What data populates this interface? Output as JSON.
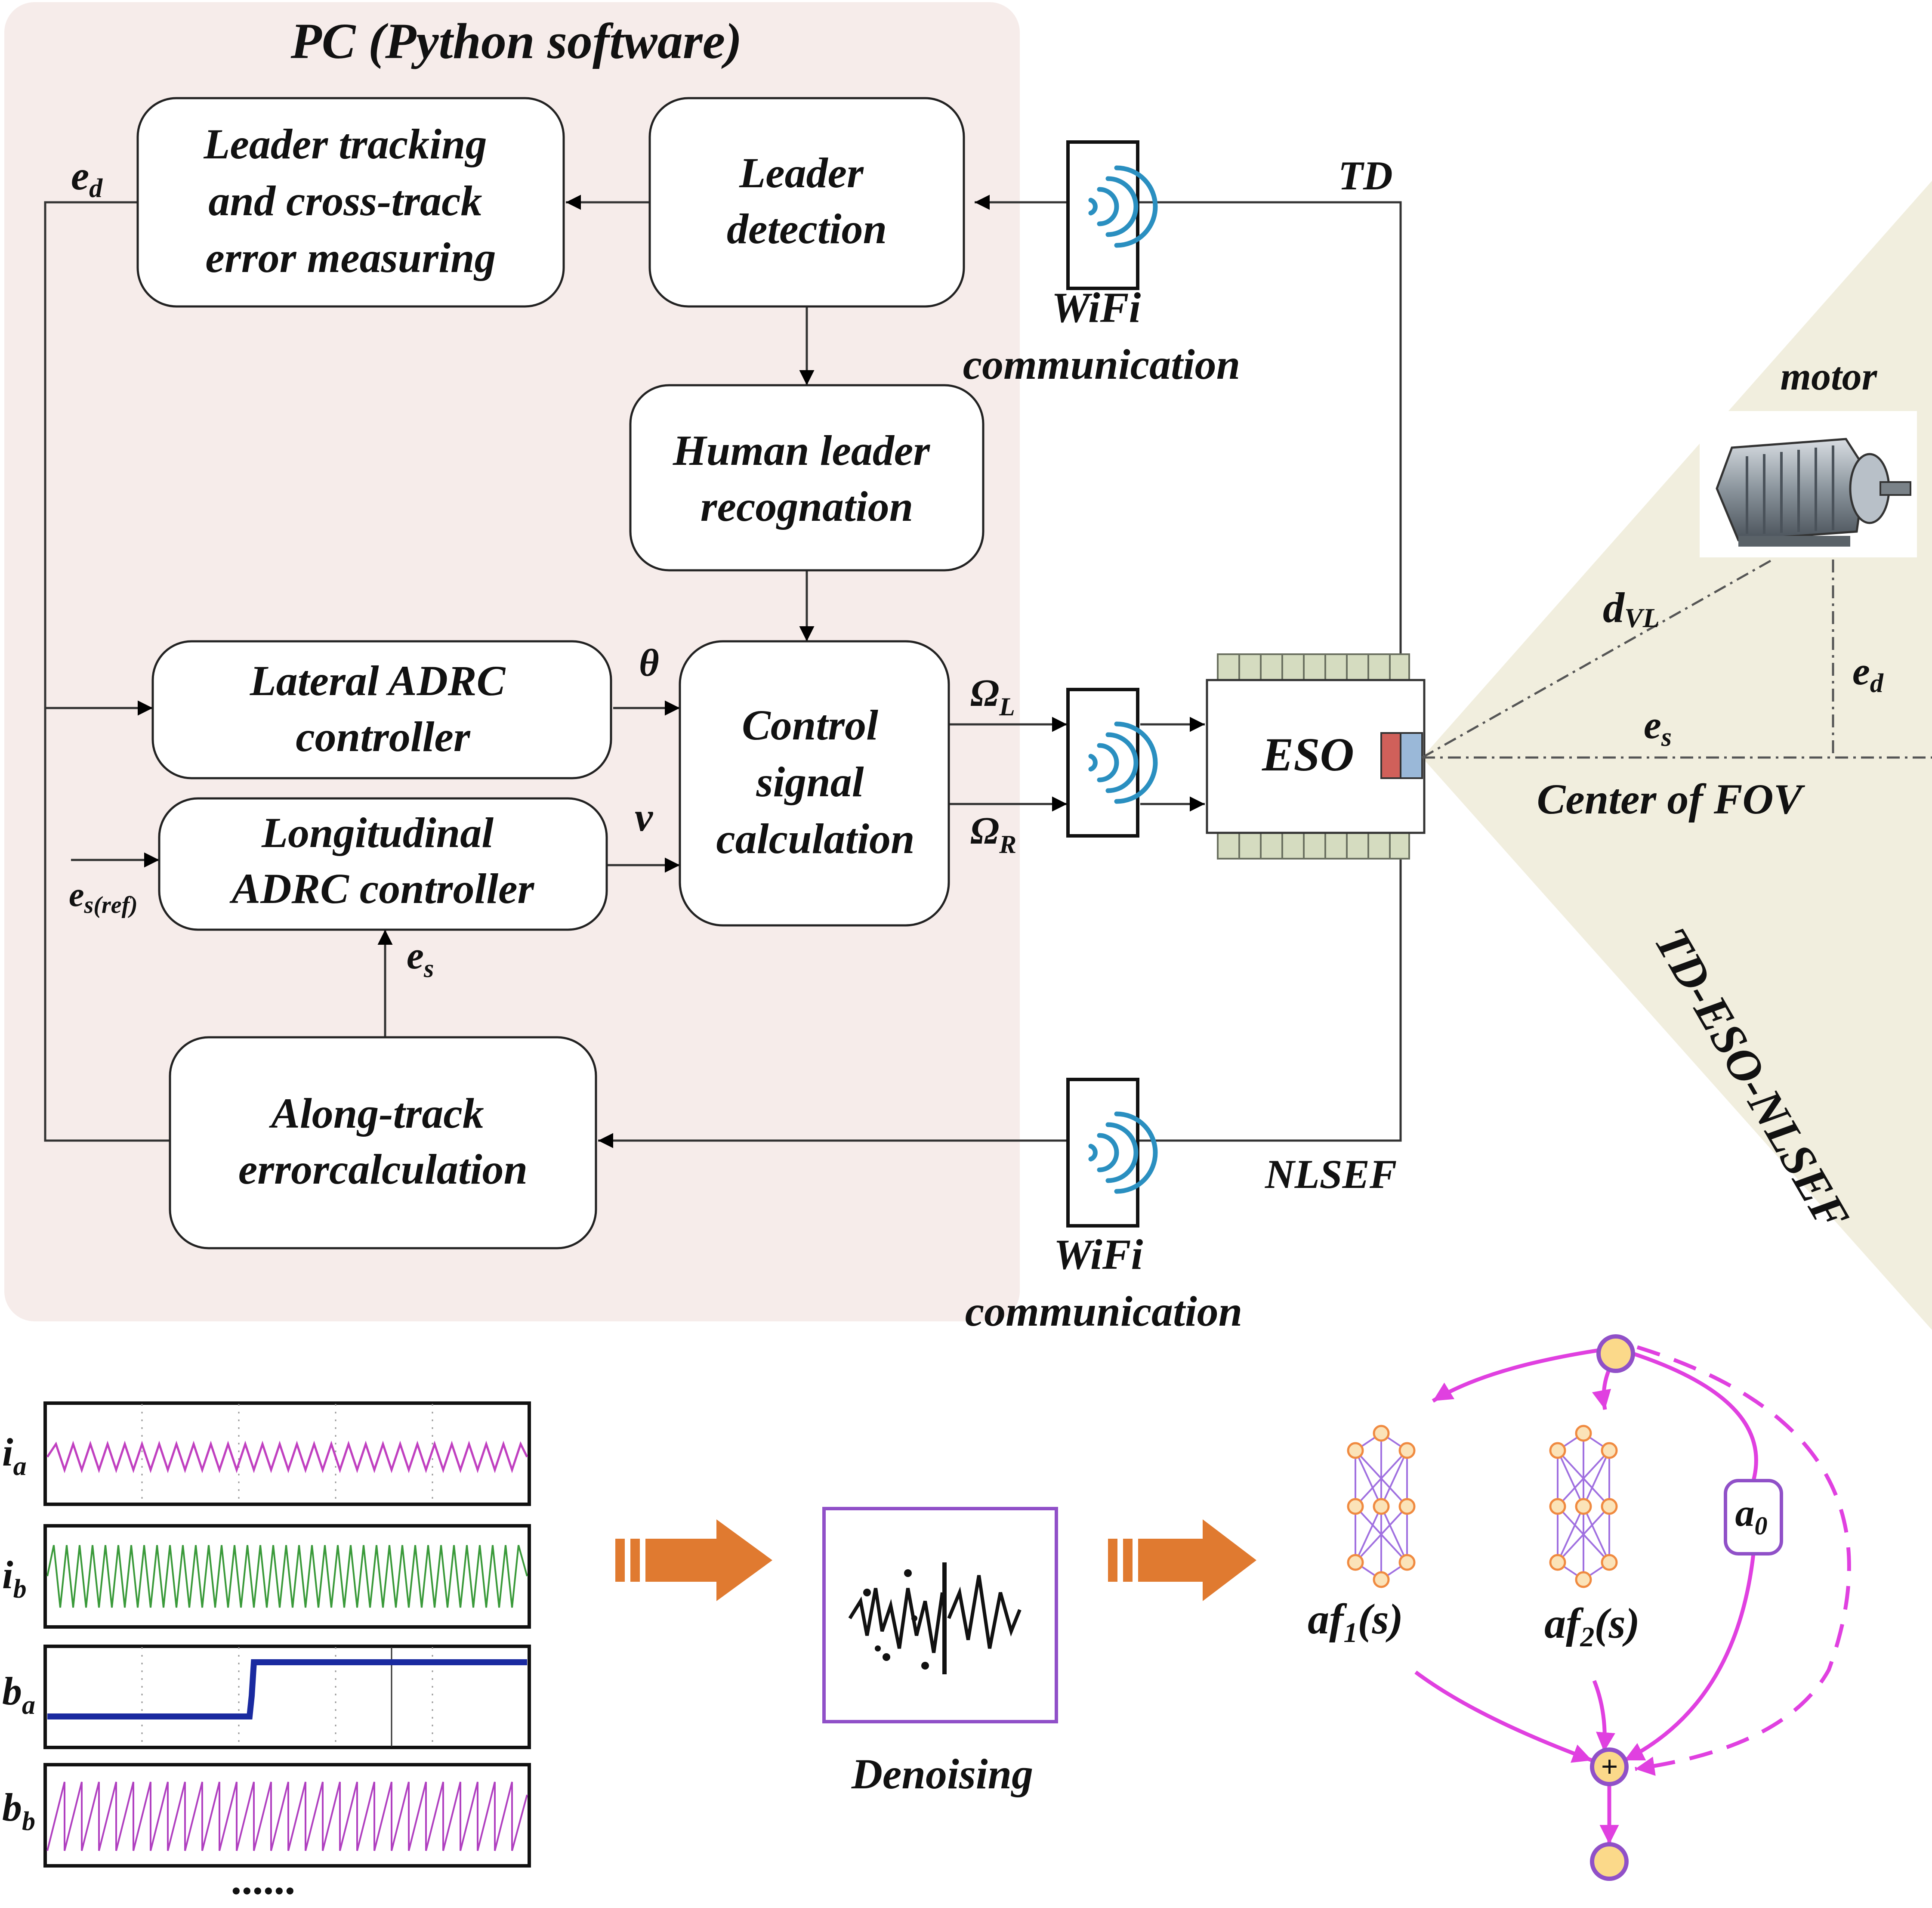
{
  "pc_title": "PC (Python software)",
  "blocks": {
    "leader_tracking": [
      "Leader tracking",
      "and cross-track",
      "error measuring"
    ],
    "leader_detection": [
      "Leader",
      "detection"
    ],
    "human_leader": [
      "Human leader",
      "recognation"
    ],
    "lateral_adrc": [
      "Lateral ADRC",
      "controller"
    ],
    "longitudinal_adrc": [
      "Longitudinal",
      "ADRC controller"
    ],
    "control_signal": [
      "Control",
      "signal",
      "calculation"
    ],
    "along_track": [
      "Along-track",
      "errorcalculation"
    ],
    "eso": "ESO"
  },
  "wifi": {
    "top": [
      "WiFi",
      "communication"
    ],
    "bottom": [
      "WiFi",
      "communication"
    ]
  },
  "labels": {
    "td": "TD",
    "nlsef": "NLSEF",
    "ed_left": {
      "base": "e",
      "sub": "d"
    },
    "theta": "θ",
    "v": "v",
    "omega_l": {
      "base": "Ω",
      "sub": "L"
    },
    "omega_r": {
      "base": "Ω",
      "sub": "R"
    },
    "es_ref": {
      "base": "e",
      "sub": "s(ref)"
    },
    "es_mid": {
      "base": "e",
      "sub": "s"
    }
  },
  "fov": {
    "motor": "motor",
    "dvl": {
      "base": "d",
      "sub": "VL"
    },
    "ed": {
      "base": "e",
      "sub": "d"
    },
    "es": {
      "base": "e",
      "sub": "s"
    },
    "center": "Center of FOV",
    "td_eso_nlsef": "TD-ESO-NLSEF"
  },
  "signals": [
    {
      "base": "i",
      "sub": "a",
      "color": "#c040c0"
    },
    {
      "base": "i",
      "sub": "b",
      "color": "#3a9a3a"
    },
    {
      "base": "b",
      "sub": "a",
      "color": "#1a2aa0"
    },
    {
      "base": "b",
      "sub": "b",
      "color": "#b040c0"
    }
  ],
  "ellipsis": "......",
  "denoising": "Denoising",
  "network": {
    "af1": {
      "base": "af",
      "sub": "1",
      "tail": "(s)"
    },
    "af2": {
      "base": "af",
      "sub": "2",
      "tail": "(s)"
    },
    "a0": {
      "base": "a",
      "sub": "0"
    },
    "plus": "+"
  },
  "colors": {
    "pc_panel": "#f6ecea",
    "fov_cone": "#f1eede",
    "orange_arrow": "#e07a30",
    "magenta": "#e040e0",
    "wifi_blue": "#2a8fc0",
    "eso_red": "#d0605a",
    "eso_blue": "#9ab8d8"
  }
}
